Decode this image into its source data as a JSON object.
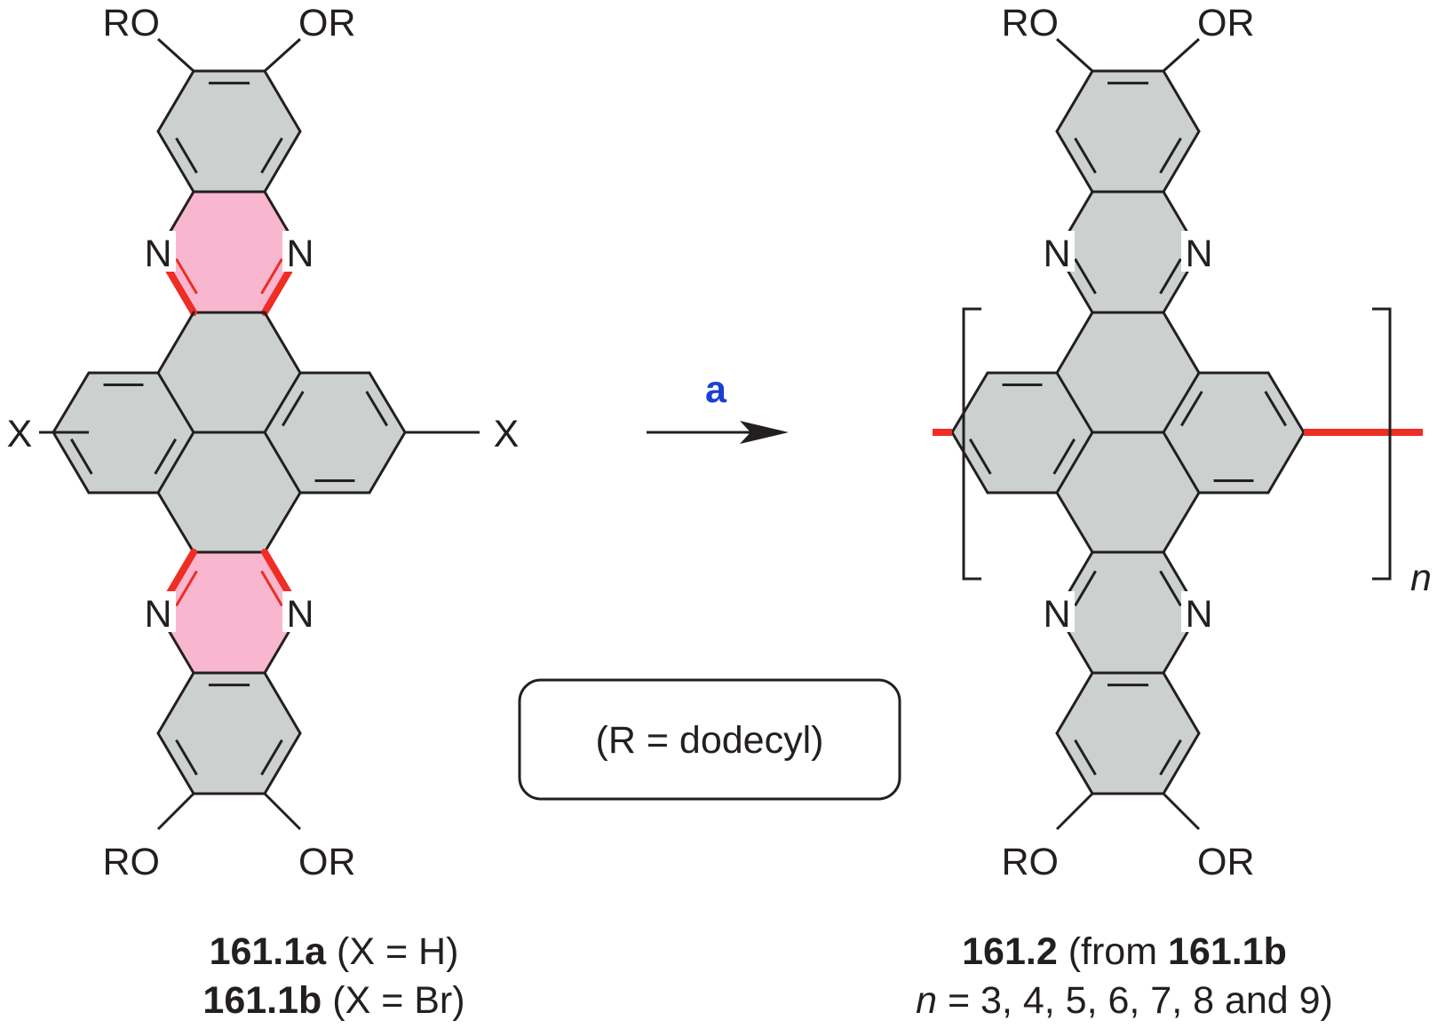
{
  "left_compound": {
    "substituent_top_left": "RO",
    "substituent_top_right": "OR",
    "substituent_bottom_left": "RO",
    "substituent_bottom_right": "OR",
    "atom_n": "N",
    "atom_x": "X",
    "caption_line1_bold": "161.1a",
    "caption_line1_rest": "(X = H)",
    "caption_line2_bold": "161.1b",
    "caption_line2_rest": "(X = Br)"
  },
  "arrow": {
    "label": "a",
    "label_color": "#1a3fd6"
  },
  "r_box": {
    "text": "(R = dodecyl)"
  },
  "right_compound": {
    "substituent_top_left": "RO",
    "substituent_top_right": "OR",
    "substituent_bottom_left": "RO",
    "substituent_bottom_right": "OR",
    "atom_n": "N",
    "subscript": "n",
    "caption_line1_bold": "161.2",
    "caption_line1_mid": "(from",
    "caption_line1_bold2": "161.1b",
    "caption_line2_italic": "n",
    "caption_line2_rest": "= 3, 4, 5, 6, 7, 8 and 9)"
  },
  "colors": {
    "ring_fill": "#ccd0ce",
    "pyrazine_highlight": "#f9b6cf",
    "new_bond": "#ee2d24",
    "line": "#231f20"
  }
}
